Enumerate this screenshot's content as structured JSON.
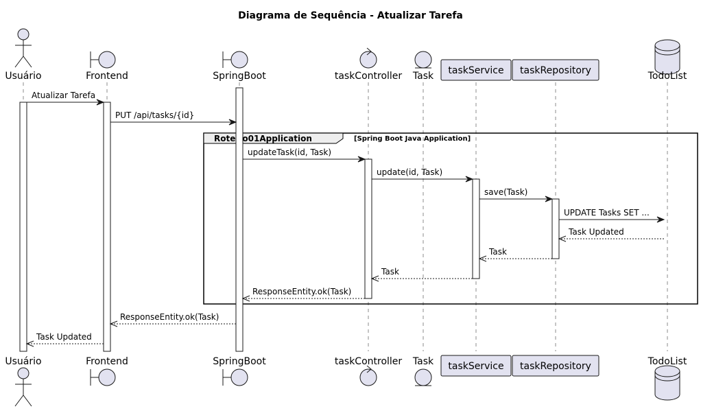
{
  "title": "Diagrama de Sequência - Atualizar Tarefa",
  "participants": [
    {
      "name": "Usuário",
      "kind": "actor"
    },
    {
      "name": "Frontend",
      "kind": "boundary"
    },
    {
      "name": "SpringBoot",
      "kind": "boundary"
    },
    {
      "name": "taskController",
      "kind": "control"
    },
    {
      "name": "Task",
      "kind": "entity"
    },
    {
      "name": "taskService",
      "kind": "participant"
    },
    {
      "name": "taskRepository",
      "kind": "participant"
    },
    {
      "name": "TodoList",
      "kind": "database"
    }
  ],
  "group": {
    "name": "Roteiro01Application",
    "label": "[Spring Boot Java Application]"
  },
  "messages": [
    {
      "from": 0,
      "to": 1,
      "label": "Atualizar Tarefa",
      "style": "solid"
    },
    {
      "from": 1,
      "to": 2,
      "label": "PUT /api/tasks/{id}",
      "style": "solid"
    },
    {
      "from": 2,
      "to": 3,
      "label": "updateTask(id, Task)",
      "style": "solid"
    },
    {
      "from": 3,
      "to": 5,
      "label": "update(id, Task)",
      "style": "solid"
    },
    {
      "from": 5,
      "to": 6,
      "label": "save(Task)",
      "style": "solid"
    },
    {
      "from": 6,
      "to": 7,
      "label": "UPDATE Tasks SET ...",
      "style": "solid"
    },
    {
      "from": 7,
      "to": 6,
      "label": "Task Updated",
      "style": "dashed"
    },
    {
      "from": 6,
      "to": 5,
      "label": "Task",
      "style": "dashed"
    },
    {
      "from": 5,
      "to": 3,
      "label": "Task",
      "style": "dashed"
    },
    {
      "from": 3,
      "to": 2,
      "label": "ResponseEntity.ok(Task)",
      "style": "dashed"
    },
    {
      "from": 2,
      "to": 1,
      "label": "ResponseEntity.ok(Task)",
      "style": "dashed"
    },
    {
      "from": 1,
      "to": 0,
      "label": "Task Updated",
      "style": "dashed"
    }
  ],
  "colors": {
    "participant_fill": "#E2E2F0",
    "line": "#181818",
    "background": "#FFFFFF"
  }
}
